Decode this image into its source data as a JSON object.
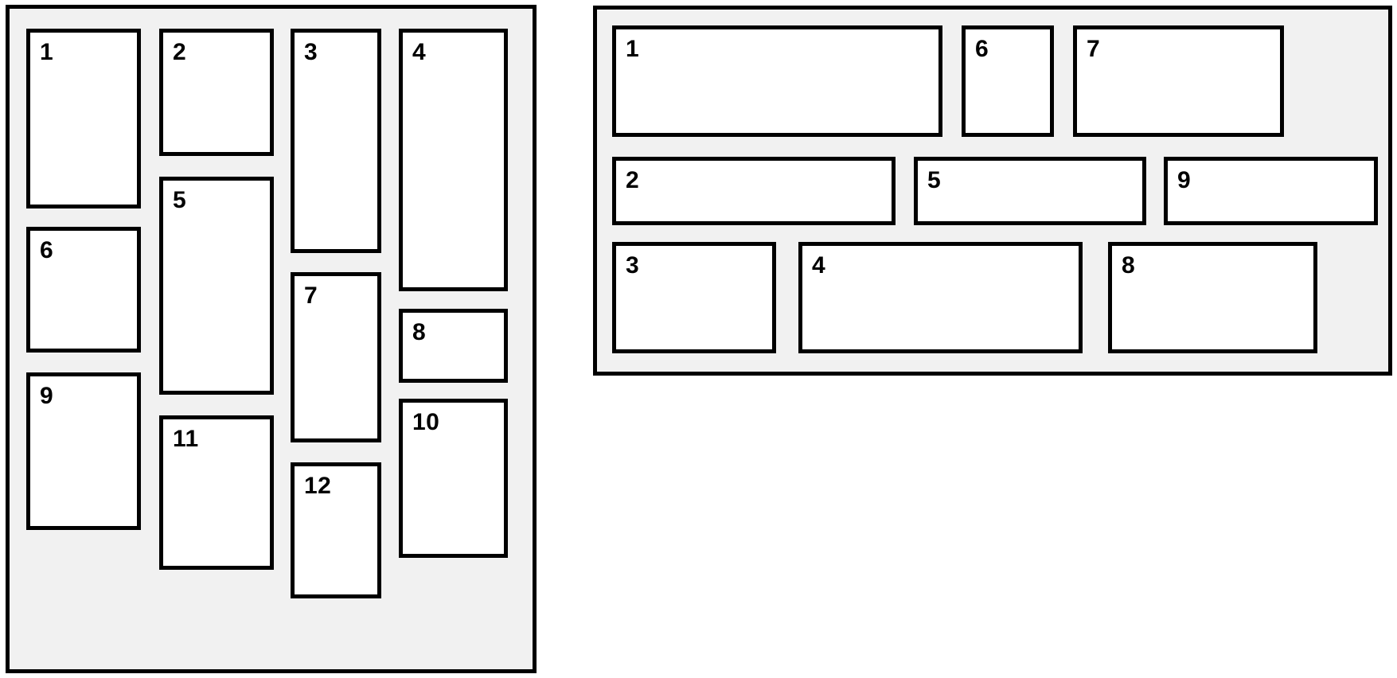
{
  "colors": {
    "page_background": "#ffffff",
    "panel_fill": "#f1f1f1",
    "card_fill": "#ffffff",
    "border": "#000000",
    "label_text": "#000000"
  },
  "left_panel": {
    "description": "vertical-masonry-columns",
    "items": [
      "1",
      "2",
      "3",
      "4",
      "5",
      "6",
      "7",
      "8",
      "9",
      "10",
      "11",
      "12"
    ]
  },
  "right_panel": {
    "description": "horizontal-masonry-rows",
    "items": [
      "1",
      "2",
      "3",
      "4",
      "5",
      "6",
      "7",
      "8",
      "9"
    ]
  }
}
